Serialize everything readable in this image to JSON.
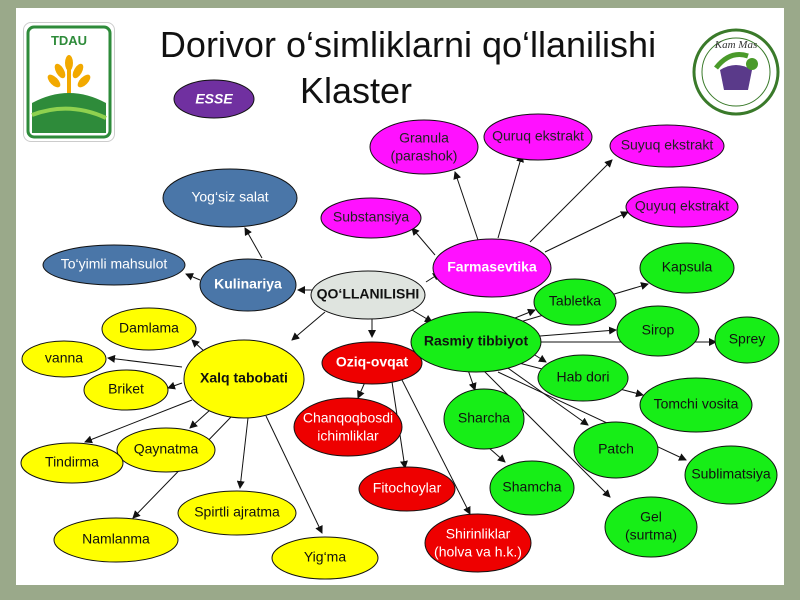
{
  "title_line1": "Dorivor o‘simliklarni qo‘llanilishi",
  "title_line2": "Klaster",
  "logo_left_text": "TDAU",
  "logo_right_text": "Kam Mas",
  "esse_label": "ESSE",
  "colors": {
    "magenta": "#ff11ff",
    "green": "#17ee17",
    "blue": "#4a76a8",
    "yellow": "#ffff00",
    "red": "#ee0000",
    "center": "#dfe4df",
    "esse": "#7030a0"
  },
  "nodes": {
    "center": "QO‘LLANILISHI",
    "farmasevtika": "Farmasevtika",
    "kulinariya": "Kulinariya",
    "xalq": "Xalq tabobati",
    "oziq": "Oziq-ovqat",
    "rasmiy": "Rasmiy tibbiyot",
    "granula1": "Granula",
    "granula2": "(parashok)",
    "quruq": "Quruq ekstrakt",
    "suyuq": "Suyuq ekstrakt",
    "quyuq": "Quyuq ekstrakt",
    "substansiya": "Substansiya",
    "salat": "Yog‘siz salat",
    "toyimli": "To‘yimli mahsulot",
    "damlama": "Damlama",
    "vanna": "vanna",
    "briket": "Briket",
    "qaynatma": "Qaynatma",
    "tindirma": "Tindirma",
    "spirtli": "Spirtli ajratma",
    "namlanma": "Namlanma",
    "yigma": "Yig‘ma",
    "chanq1": "Chanqoqbosdi",
    "chanq2": "ichimliklar",
    "fito": "Fitochoylar",
    "shirin1": "Shirinliklar",
    "shirin2": "(holva va h.k.)",
    "tabletka": "Tabletka",
    "kapsula": "Kapsula",
    "sirop": "Sirop",
    "sprey": "Sprey",
    "habdori": "Hab dori",
    "tomchi": "Tomchi vosita",
    "sharcha": "Sharcha",
    "patch": "Patch",
    "sublim": "Sublimatsiya",
    "shamcha": "Shamcha",
    "gel1": "Gel",
    "gel2": "(surtma)"
  }
}
